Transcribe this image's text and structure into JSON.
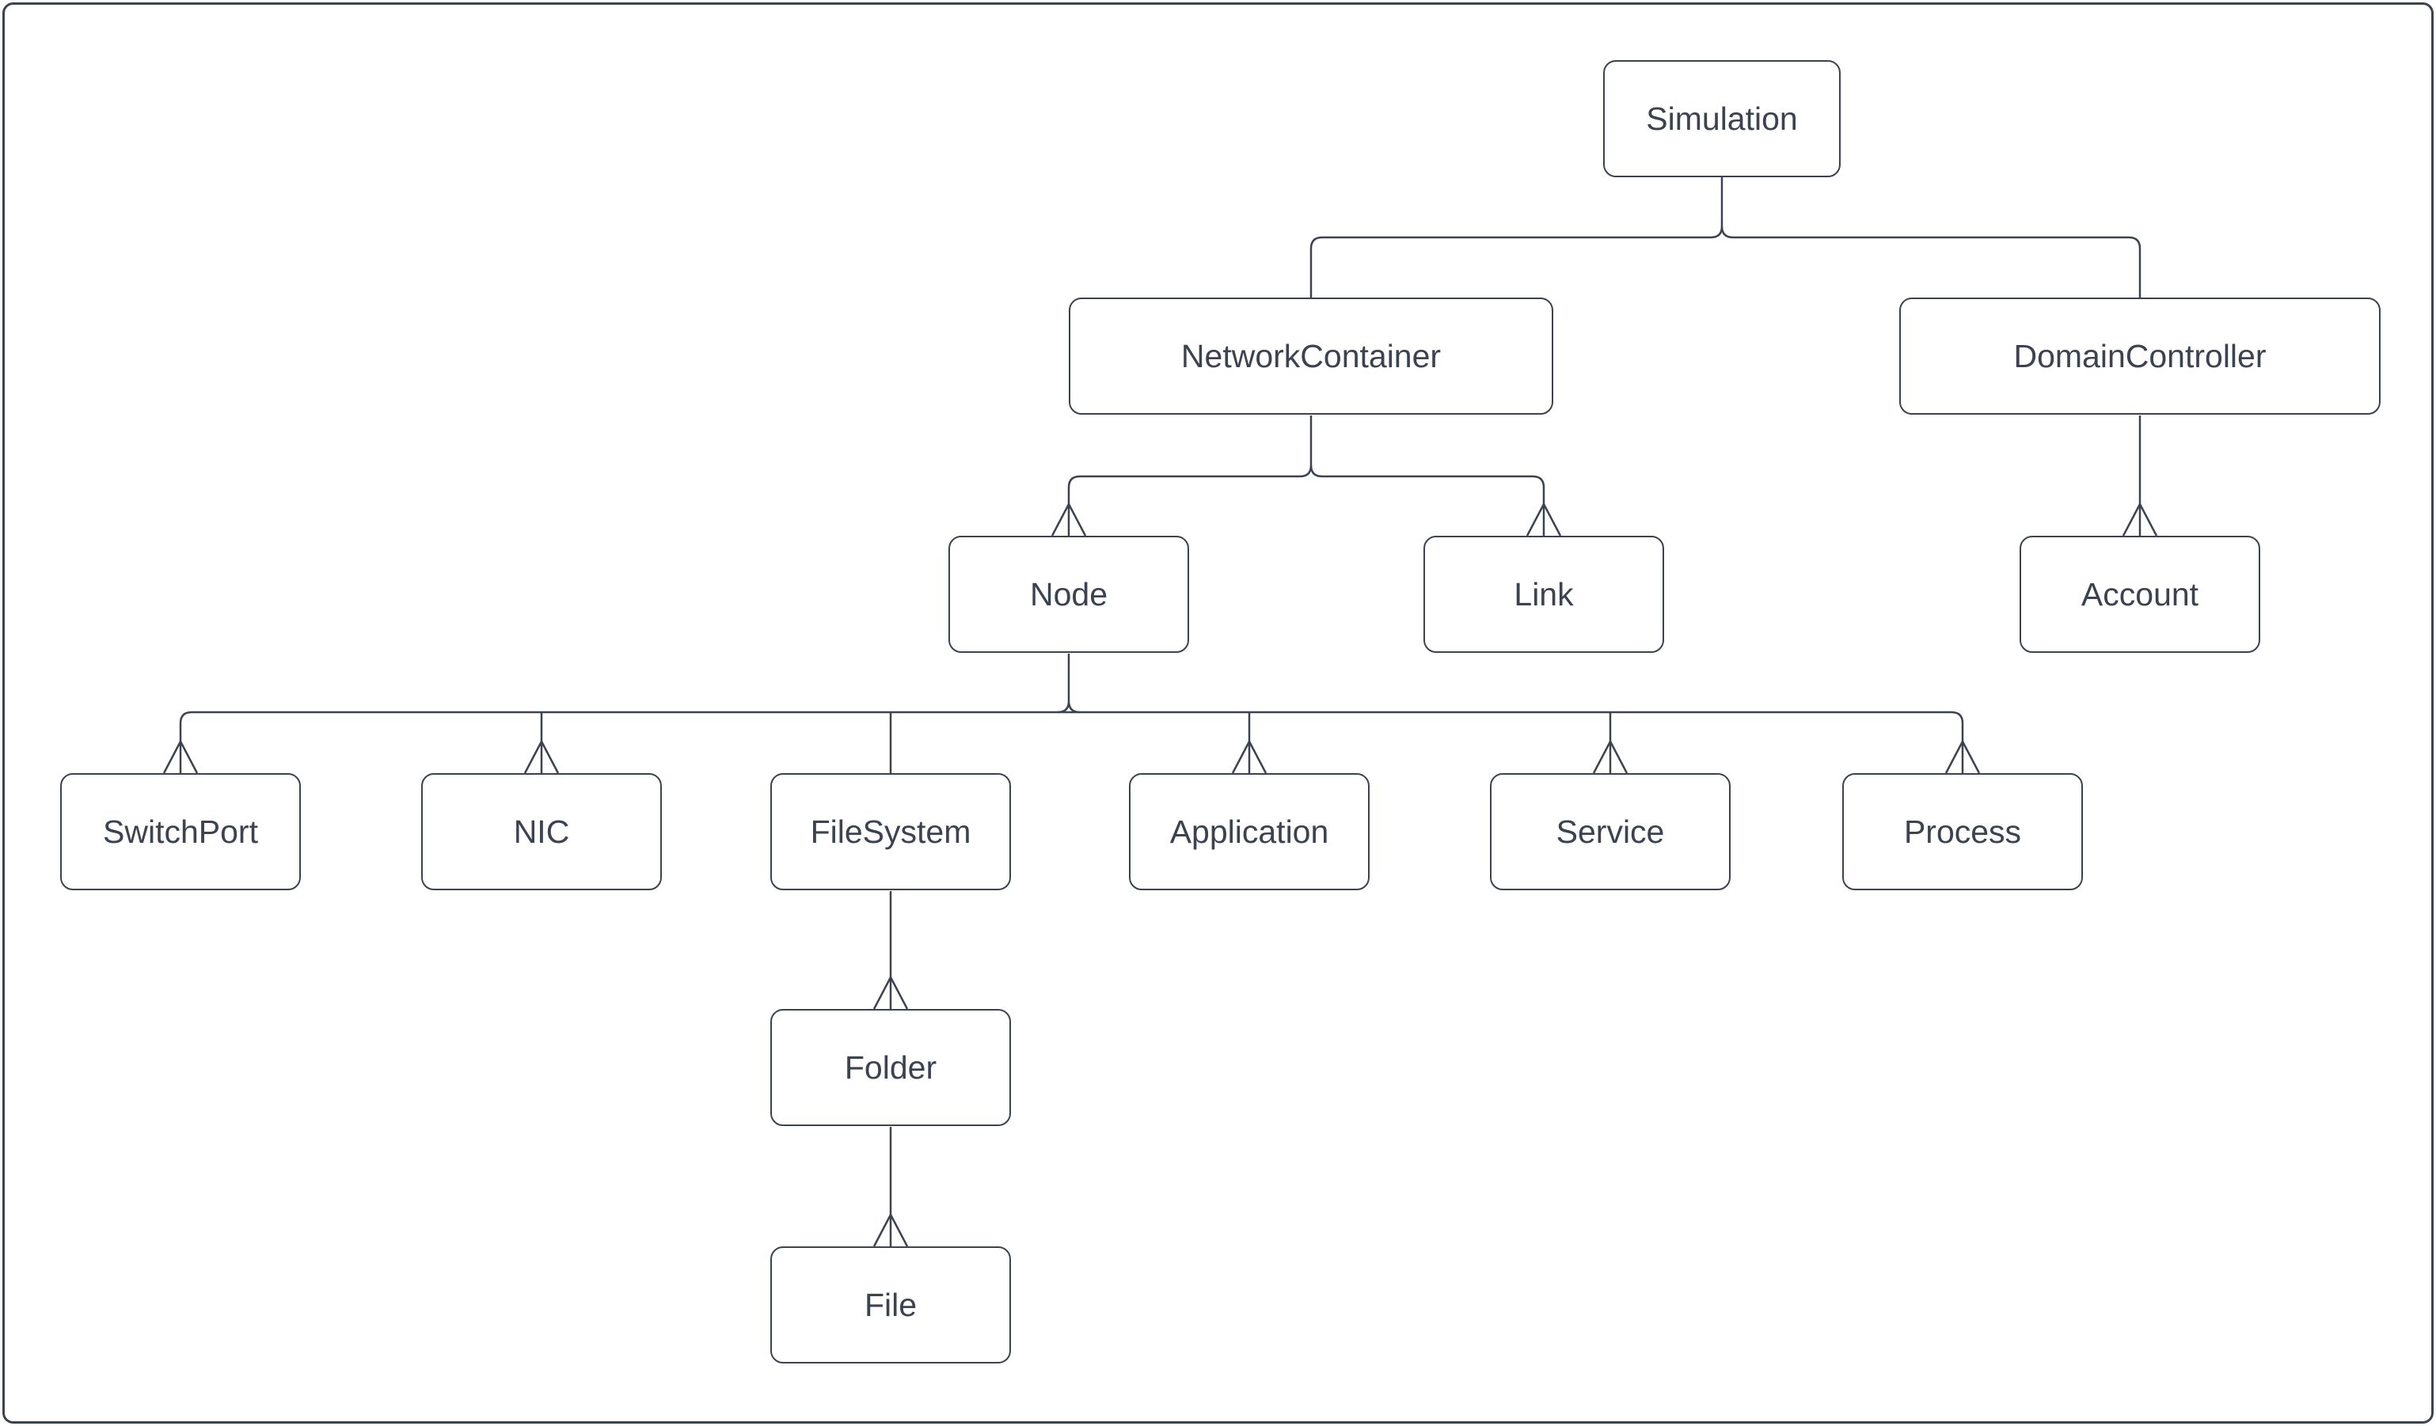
{
  "canvas": {
    "background_color": "#ffffff",
    "border_color": "#3b4351",
    "line_color": "#3b4351",
    "text_color": "#3b4351",
    "connector_style": "elbow",
    "arrowhead_style": "open-v-pointing-up"
  },
  "nodes": {
    "simulation": {
      "label": "Simulation"
    },
    "network_container": {
      "label": "NetworkContainer"
    },
    "domain_controller": {
      "label": "DomainController"
    },
    "node": {
      "label": "Node"
    },
    "link": {
      "label": "Link"
    },
    "account": {
      "label": "Account"
    },
    "switchport": {
      "label": "SwitchPort"
    },
    "nic": {
      "label": "NIC"
    },
    "filesystem": {
      "label": "FileSystem"
    },
    "application": {
      "label": "Application"
    },
    "service": {
      "label": "Service"
    },
    "process": {
      "label": "Process"
    },
    "folder": {
      "label": "Folder"
    },
    "file": {
      "label": "File"
    }
  },
  "edges": [
    {
      "from": "Simulation",
      "to": "NetworkContainer",
      "open_arrowhead": false
    },
    {
      "from": "Simulation",
      "to": "DomainController",
      "open_arrowhead": false
    },
    {
      "from": "NetworkContainer",
      "to": "Node",
      "open_arrowhead": true
    },
    {
      "from": "NetworkContainer",
      "to": "Link",
      "open_arrowhead": true
    },
    {
      "from": "DomainController",
      "to": "Account",
      "open_arrowhead": true
    },
    {
      "from": "Node",
      "to": "SwitchPort",
      "open_arrowhead": true
    },
    {
      "from": "Node",
      "to": "NIC",
      "open_arrowhead": true
    },
    {
      "from": "Node",
      "to": "FileSystem",
      "open_arrowhead": false
    },
    {
      "from": "Node",
      "to": "Application",
      "open_arrowhead": true
    },
    {
      "from": "Node",
      "to": "Service",
      "open_arrowhead": true
    },
    {
      "from": "Node",
      "to": "Process",
      "open_arrowhead": true
    },
    {
      "from": "FileSystem",
      "to": "Folder",
      "open_arrowhead": true
    },
    {
      "from": "Folder",
      "to": "File",
      "open_arrowhead": true
    }
  ]
}
